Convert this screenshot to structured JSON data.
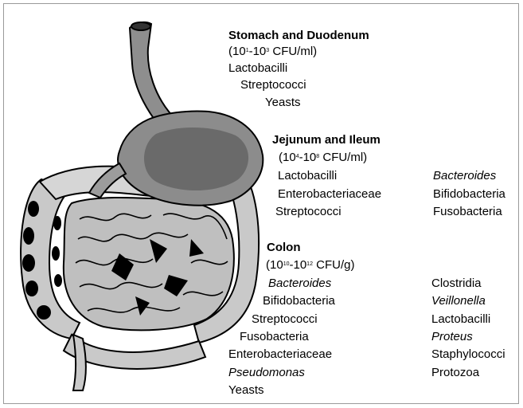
{
  "stomach": {
    "heading": "Stomach and Duodenum",
    "count": {
      "pre": "(10",
      "e1": "1",
      "mid": "-10",
      "e2": "3",
      "post": " CFU/ml)"
    },
    "organisms": [
      "Lactobacilli",
      "Streptococci",
      "Yeasts"
    ]
  },
  "jejunum": {
    "heading": "Jejunum and Ileum",
    "count": {
      "pre": "(10",
      "e1": "4",
      "mid": "-10",
      "e2": "8",
      "post": " CFU/ml)"
    },
    "organisms_left": [
      "Lactobacilli",
      "Enterobacteriaceae",
      "Streptococci"
    ],
    "organisms_right": [
      "Bacteroides",
      "Bifidobacteria",
      "Fusobacteria"
    ]
  },
  "colon": {
    "heading": "Colon",
    "count": {
      "pre": "(10",
      "e1": "10",
      "mid": "-10",
      "e2": "12",
      "post": " CFU/g)"
    },
    "organisms_left": [
      "Bacteroides",
      "Bifidobacteria",
      "Streptococci",
      "Fusobacteria",
      "Enterobacteriaceae",
      "Pseudomonas",
      "Yeasts"
    ],
    "organisms_right": [
      "Clostridia",
      "Veillonella",
      "Lactobacilli",
      "Proteus",
      "Staphylococci",
      "Protozoa"
    ]
  },
  "colors": {
    "organ_light": "#d0d0d0",
    "organ_mid": "#a8a8a8",
    "organ_dark": "#7a7a7a",
    "lumen": "#000000"
  }
}
